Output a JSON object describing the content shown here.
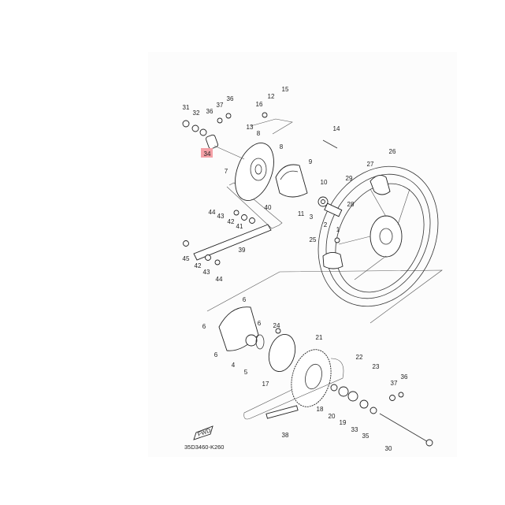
{
  "diagram": {
    "drawing_code": "35D3460-K260",
    "fwd_label": "FWD",
    "highlight_color": "#f4a0a6",
    "highlighted_callout": "34",
    "callouts": [
      "15",
      "12",
      "16",
      "31",
      "32",
      "36",
      "37",
      "36",
      "13",
      "8",
      "14",
      "8",
      "34",
      "26",
      "7",
      "9",
      "27",
      "29",
      "10",
      "28",
      "40",
      "44",
      "43",
      "42",
      "41",
      "11",
      "3",
      "2",
      "1",
      "25",
      "39",
      "45",
      "42",
      "43",
      "44",
      "6",
      "6",
      "6",
      "6",
      "24",
      "21",
      "4",
      "5",
      "17",
      "22",
      "23",
      "37",
      "36",
      "18",
      "20",
      "19",
      "33",
      "35",
      "38",
      "30"
    ]
  }
}
